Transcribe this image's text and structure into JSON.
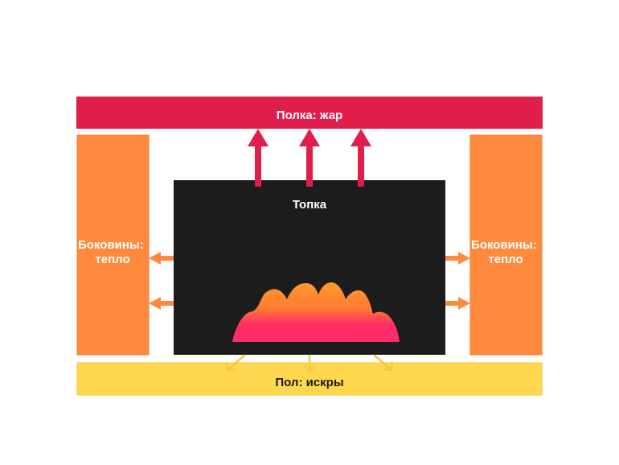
{
  "diagram": {
    "shelf": {
      "label": "Полка: жар",
      "color": "#e01e4b"
    },
    "firebox": {
      "label": "Топка",
      "color": "#1c1c1c"
    },
    "side_left": {
      "line1": "Боковины:",
      "line2": "тепло",
      "color": "#ff8a3d"
    },
    "side_right": {
      "line1": "Боковины:",
      "line2": "тепло",
      "color": "#ff8a3d"
    },
    "floor": {
      "label": "Пол: искры",
      "color": "#ffd84d"
    },
    "flame": {
      "color_top": "#ff9a2a",
      "color_bottom": "#ff2a6d"
    }
  }
}
